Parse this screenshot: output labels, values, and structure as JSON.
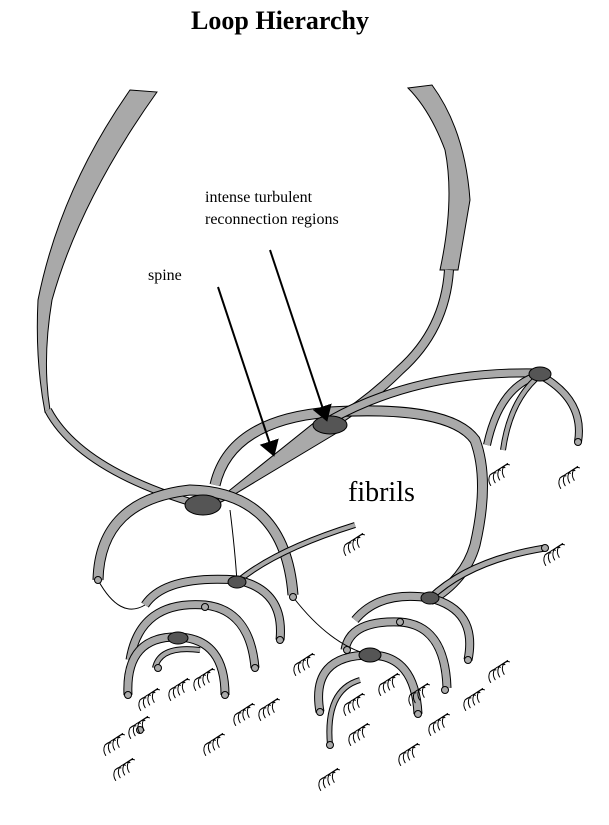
{
  "title": "Loop Hierarchy",
  "labels": {
    "turbulent_line1": "intense turbulent",
    "turbulent_line2": "reconnection regions",
    "spine": "spine",
    "fibrils": "fibrils"
  },
  "colors": {
    "tube": "#a9a9a9",
    "node": "#555555",
    "outline": "#000000"
  }
}
